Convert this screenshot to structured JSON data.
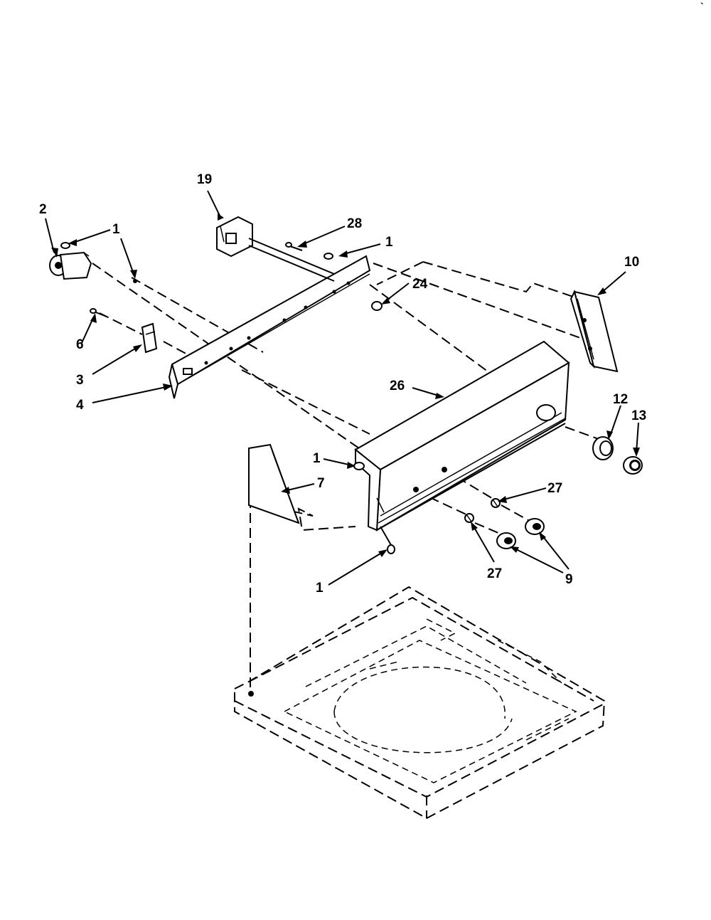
{
  "callouts": {
    "c19": "19",
    "c2": "2",
    "c1_top_left": "1",
    "c28": "28",
    "c1_top_right": "1",
    "c10": "10",
    "c24": "24",
    "c6": "6",
    "c3": "3",
    "c4": "4",
    "c26": "26",
    "c12": "12",
    "c13": "13",
    "c1_mid": "1",
    "c7": "7",
    "c27_upper": "27",
    "c27_lower": "27",
    "c9": "9",
    "c1_bottom": "1"
  },
  "corner_mark": "`"
}
